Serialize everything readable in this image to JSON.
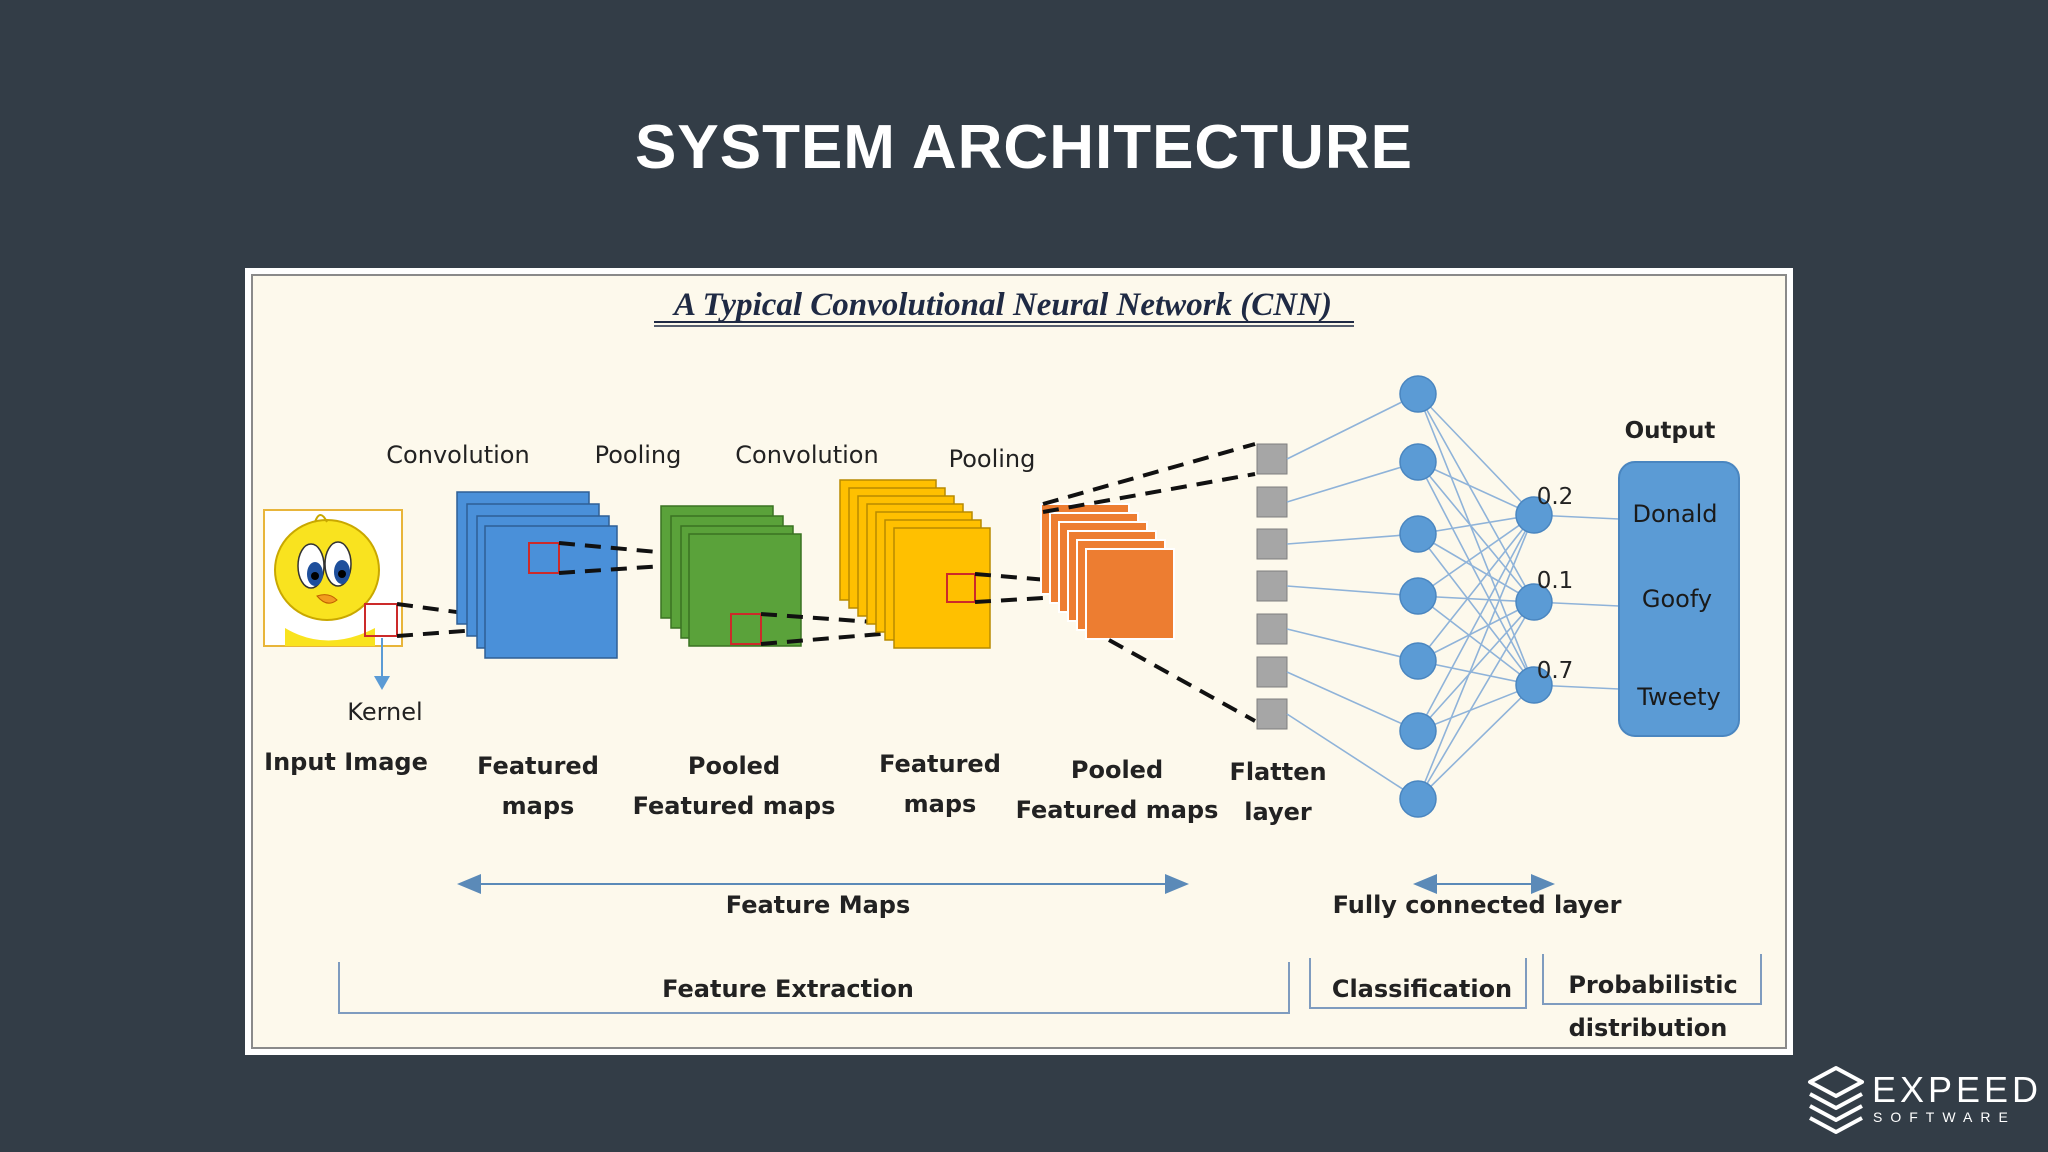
{
  "slide": {
    "title": "SYSTEM ARCHITECTURE"
  },
  "diagram": {
    "title": "A Typical Convolutional Neural Network (CNN)",
    "stage_labels": [
      "Convolution",
      "Pooling",
      "Convolution",
      "Pooling"
    ],
    "kernel_label": "Kernel",
    "layer_names": {
      "input": "Input Image",
      "featured_maps_1": [
        "Featured",
        "maps"
      ],
      "pooled_1": [
        "Pooled",
        "Featured maps"
      ],
      "featured_maps_2": [
        "Featured",
        "maps"
      ],
      "pooled_2": [
        "Pooled",
        "Featured maps"
      ],
      "flatten": [
        "Flatten",
        "layer"
      ]
    },
    "output": {
      "heading": "Output",
      "classes": [
        "Donald",
        "Goofy",
        "Tweety"
      ],
      "probabilities": [
        "0.2",
        "0.1",
        "0.7"
      ]
    },
    "spans": {
      "feature_maps": "Feature Maps",
      "fully_connected": "Fully connected layer"
    },
    "sections": {
      "feature_extraction": "Feature Extraction",
      "classification": "Classification",
      "probabilistic": [
        "Probabilistic",
        "distribution"
      ]
    },
    "colors": {
      "background": "#fdf9ec",
      "conv1": "#4a90d9",
      "pool1": "#5aa23a",
      "conv2": "#ffc000",
      "pool2": "#ed7d31",
      "neuron": "#5b9bd5",
      "flatten": "#a6a6a6",
      "kernel": "#cc2a2a"
    },
    "icons": {
      "input_image": "tweety-bird-icon"
    }
  },
  "logo": {
    "name": "EXPEED",
    "sub": "SOFTWARE",
    "icon": "stacked-layers-logo-icon"
  }
}
